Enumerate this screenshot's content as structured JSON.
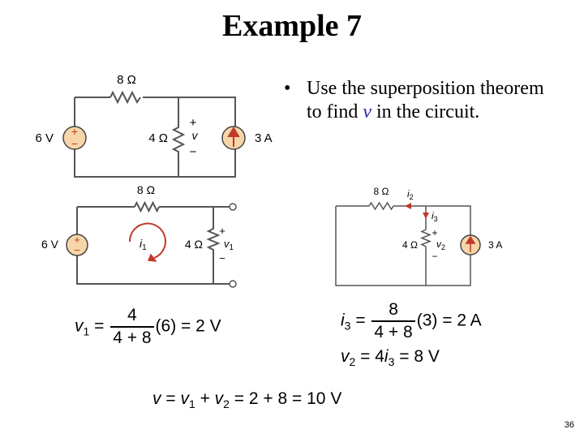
{
  "slide": {
    "title": "Example 7",
    "page_number": "36"
  },
  "bullet": {
    "text_before": "Use the superposition theorem to find ",
    "variable": "v",
    "text_after": " in the circuit."
  },
  "circuit_main": {
    "r_top": "8 Ω",
    "r_mid": "4 Ω",
    "source_v": "6 V",
    "source_i": "3 A",
    "var": "v",
    "plus": "+",
    "minus": "−"
  },
  "circuit_1": {
    "r_top": "8 Ω",
    "r_mid": "4 Ω",
    "source_v": "6 V",
    "loop_current": "i",
    "loop_sub": "1",
    "var": "v",
    "var_sub": "1",
    "plus": "+",
    "minus": "−"
  },
  "circuit_2": {
    "r_top": "8 Ω",
    "r_mid": "4 Ω",
    "source_i": "3 A",
    "i2": "i",
    "i2_sub": "2",
    "i3": "i",
    "i3_sub": "3",
    "var": "v",
    "var_sub": "2",
    "plus": "+",
    "minus": "−"
  },
  "equations": {
    "eq1": {
      "lhs": "v",
      "lhs_sub": "1",
      "eq": "=",
      "num": "4",
      "den": "4 + 8",
      "rest": "(6) = 2 V"
    },
    "eq2": {
      "lhs": "i",
      "lhs_sub": "3",
      "eq": "=",
      "num": "8",
      "den": "4 + 8",
      "rest": "(3) = 2 A"
    },
    "eq3": {
      "lhs": "v",
      "lhs_sub": "2",
      "mid": " = 4",
      "var": "i",
      "var_sub": "3",
      "rest": " = 8 V"
    },
    "eq4": {
      "lhs": "v",
      "p1": " = ",
      "a": "v",
      "a_sub": "1",
      "p2": " + ",
      "b": "v",
      "b_sub": "2",
      "rest": " = 2 + 8 = 10 V"
    }
  }
}
